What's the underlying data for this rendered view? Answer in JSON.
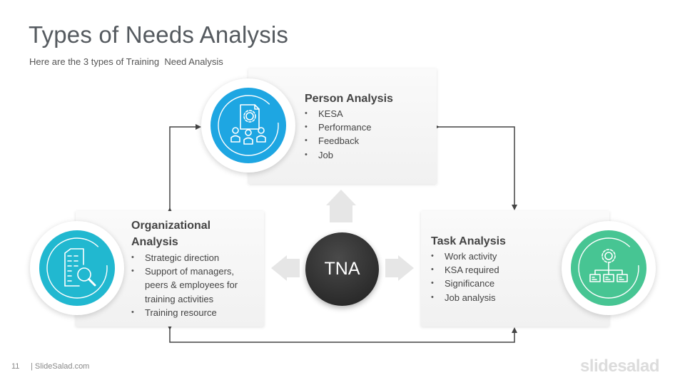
{
  "slide": {
    "title": "Types of Needs Analysis",
    "subtitle": "Here are the 3 types of Training  Need Analysis"
  },
  "center": {
    "label": "TNA"
  },
  "person": {
    "title": "Person Analysis",
    "items": [
      "KESA",
      "Performance",
      "Feedback",
      "Job"
    ],
    "icon": "team-gear-document-icon",
    "color": "#1ea6e2"
  },
  "organizational": {
    "title": "Organizational Analysis",
    "items": [
      "Strategic direction",
      "Support  of managers, peers & employees for training activities",
      "Training resource"
    ],
    "icon": "building-magnifier-icon",
    "color": "#21b8d0"
  },
  "task": {
    "title": "Task Analysis",
    "items": [
      "Work activity",
      "KSA required",
      "Significance",
      "Job analysis"
    ],
    "icon": "gear-flowchart-icon",
    "color": "#47c593"
  },
  "footer": {
    "page_number": "11",
    "site": "| SlideSalad.com",
    "logo": "slidesalad"
  },
  "colors": {
    "connector": "#444444",
    "center_fill": "#333333",
    "faint_arrow": "#e6e6e6"
  }
}
